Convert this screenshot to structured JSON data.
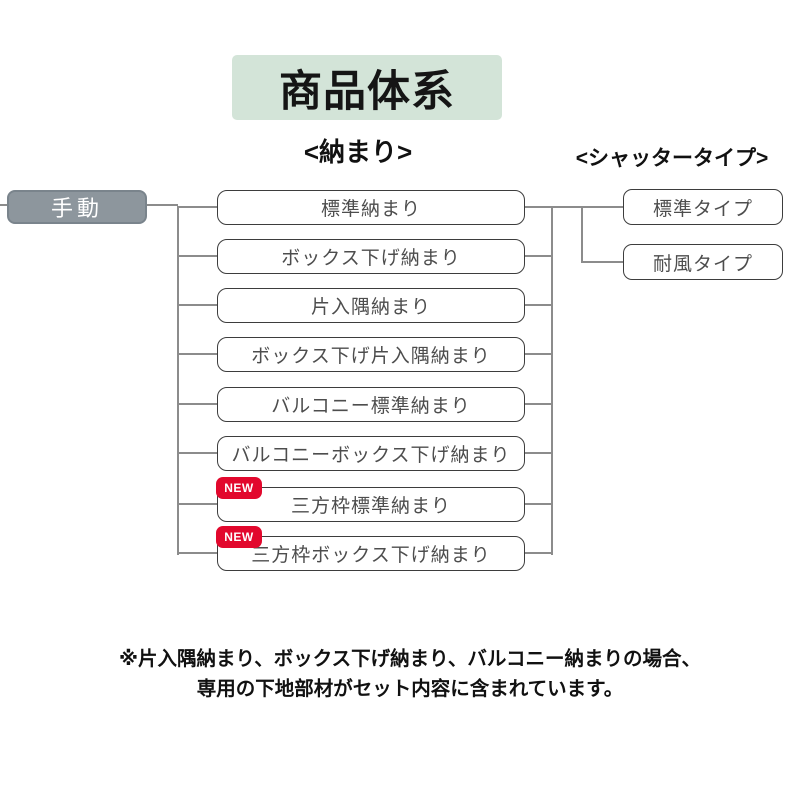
{
  "title": "商品体系",
  "headers": {
    "fitting": "<納まり>",
    "shutter_type": "<シャッタータイプ>"
  },
  "root": {
    "label": "手動"
  },
  "new_badge_label": "NEW",
  "fittings": [
    {
      "label": "標準納まり",
      "new": false
    },
    {
      "label": "ボックス下げ納まり",
      "new": false
    },
    {
      "label": "片入隅納まり",
      "new": false
    },
    {
      "label": "ボックス下げ片入隅納まり",
      "new": false
    },
    {
      "label": "バルコニー標準納まり",
      "new": false
    },
    {
      "label": "バルコニーボックス下げ納まり",
      "new": false
    },
    {
      "label": "三方枠標準納まり",
      "new": true
    },
    {
      "label": "三方枠ボックス下げ納まり",
      "new": true
    }
  ],
  "shutter_types": [
    {
      "label": "標準タイプ"
    },
    {
      "label": "耐風タイプ"
    }
  ],
  "note": {
    "line1": "※片入隅納まり、ボックス下げ納まり、バルコニー納まりの場合、",
    "line2": "専用の下地部材がセット内容に含まれています。"
  },
  "colors": {
    "title-bg": "#d3e4d8",
    "root-bg": "#8d969d",
    "root-border": "#7a848c",
    "badge-bg": "#e2082d",
    "line": "#8c8c8c",
    "box-border": "#3d3d3d",
    "box-text": "#4d4d4d"
  }
}
